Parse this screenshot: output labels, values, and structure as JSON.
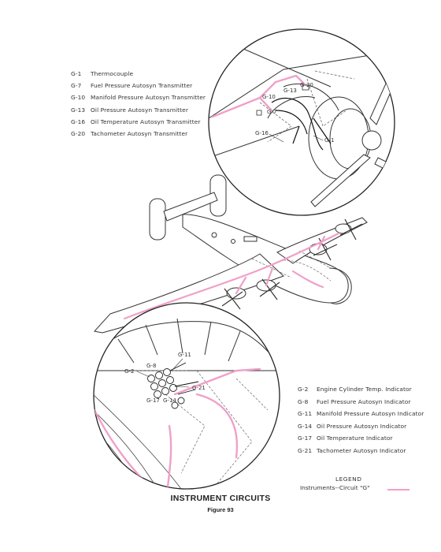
{
  "engine_components": [
    {
      "code": "G-1",
      "label": "Thermocouple"
    },
    {
      "code": "G-7",
      "label": "Fuel Pressure Autosyn Transmitter"
    },
    {
      "code": "G-10",
      "label": "Manifold Pressure Autosyn Transmitter"
    },
    {
      "code": "G-13",
      "label": "Oil Pressure Autosyn Transmitter"
    },
    {
      "code": "G-16",
      "label": "Oil Temperature Autosyn Transmitter"
    },
    {
      "code": "G-20",
      "label": "Tachometer Autosyn Transmitter"
    }
  ],
  "cockpit_components": [
    {
      "code": "G-2",
      "label": "Engine Cylinder Temp. Indicator"
    },
    {
      "code": "G-8",
      "label": "Fuel Pressure Autosyn Indicator"
    },
    {
      "code": "G-11",
      "label": "Manifold Pressure Autosyn Indicator"
    },
    {
      "code": "G-14",
      "label": "Oil Pressure Autosyn Indicator"
    },
    {
      "code": "G-17",
      "label": "Oil Temperature Indicator"
    },
    {
      "code": "G-21",
      "label": "Tachometer Autosyn Indicator"
    }
  ],
  "engine_callouts": {
    "g20": "G-20",
    "g13": "G-13",
    "g10": "G-10",
    "g7": "G-7",
    "g16": "G-16",
    "g1": "G-1"
  },
  "cockpit_callouts": {
    "g11": "G-11",
    "g8": "G-8",
    "g2": "G-2",
    "g21": "G-21",
    "g17": "G-17",
    "g14": "G-14"
  },
  "legend": {
    "title": "LEGEND",
    "text": "Instruments--Circuit \"G\""
  },
  "circuit_color": "#f0a0c8",
  "figure": {
    "title": "INSTRUMENT CIRCUITS",
    "subtitle": "Figure 93"
  }
}
